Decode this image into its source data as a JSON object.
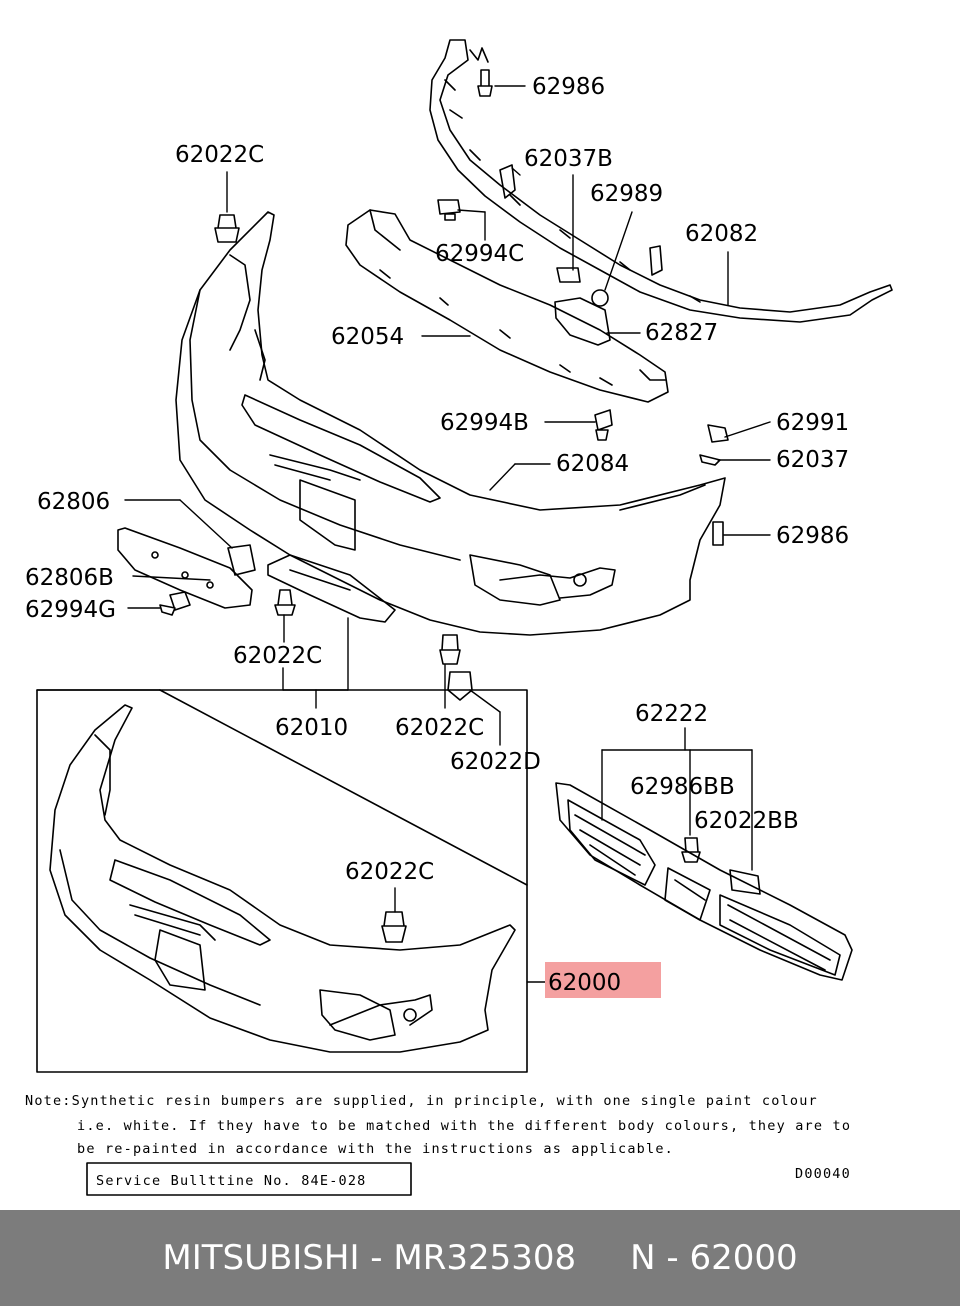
{
  "labels": {
    "p62986_top": "62986",
    "p62022C_top": "62022C",
    "p62037B": "62037B",
    "p62989": "62989",
    "p62082": "62082",
    "p62994C": "62994C",
    "p62054": "62054",
    "p62827": "62827",
    "p62994B": "62994B",
    "p62991": "62991",
    "p62037": "62037",
    "p62084": "62084",
    "p62806": "62806",
    "p62806B": "62806B",
    "p62994G": "62994G",
    "p62986_mid": "62986",
    "p62022C_mid": "62022C",
    "p62010": "62010",
    "p62022C_low": "62022C",
    "p62022D": "62022D",
    "p62222": "62222",
    "p62986BB": "62986BB",
    "p62022BB": "62022BB",
    "p62022C_box": "62022C",
    "p62000": "62000"
  },
  "note": {
    "line1": "Note:Synthetic resin bumpers are supplied, in principle, with one single paint colour",
    "line2": "i.e. white. If they have to be matched with the different body colours, they are to",
    "line3": "be re-painted in accordance with the instructions as applicable."
  },
  "service_bulletin": "Service Bullttine No. 84E-028",
  "diagram_code": "D00040",
  "footer": {
    "text": "MITSUBISHI - MR325308     N - 62000",
    "background": "#7c7c7c"
  },
  "colors": {
    "highlight": "#f4a0a0",
    "ink": "#000000"
  }
}
